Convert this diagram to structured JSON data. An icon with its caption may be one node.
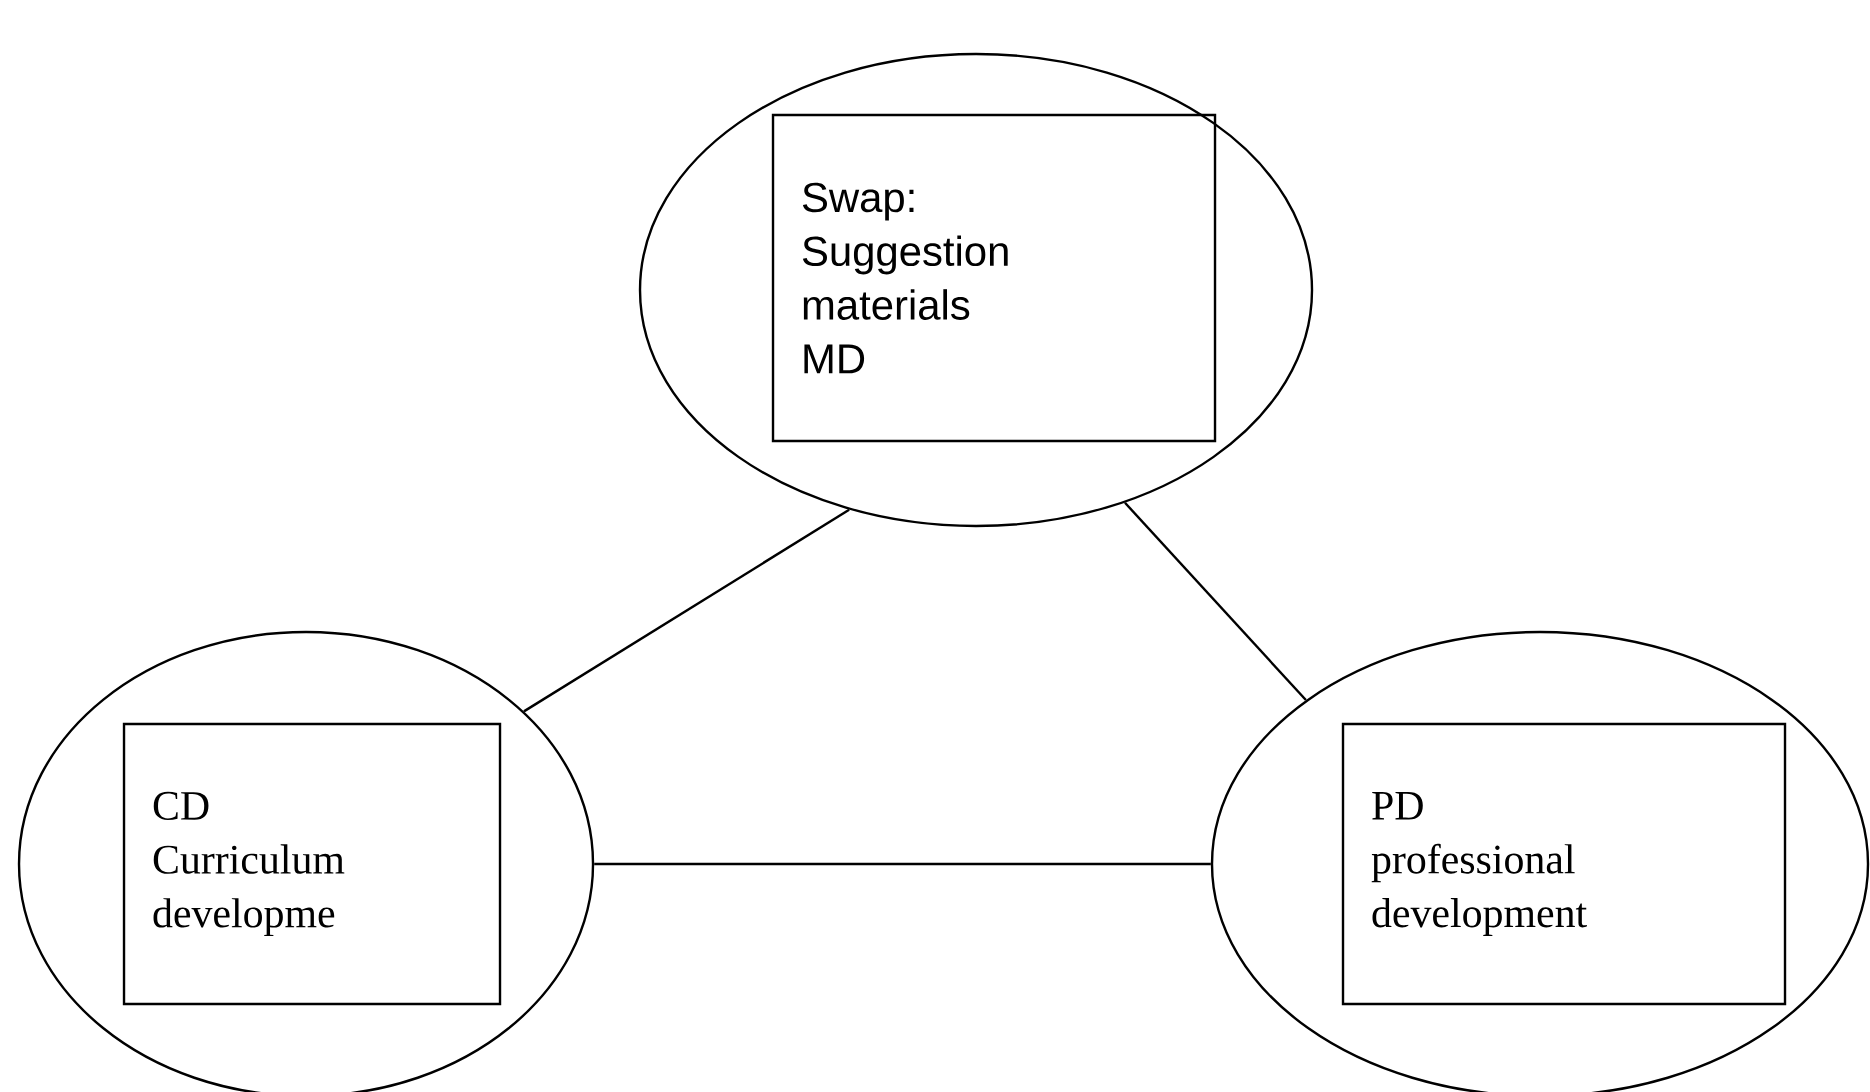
{
  "diagram": {
    "nodes": [
      {
        "text": [],
        "shape": "ellipse"
      },
      {
        "text": [
          "Swap: Suggestion materials MD"
        ],
        "in": 0
      },
      {
        "text": [],
        "shape": "ellipse"
      },
      {
        "text": [
          "CD Curriculum developme"
        ],
        "in": 2
      },
      {
        "text": [],
        "shape": "ellipse"
      },
      {
        "text": [
          "PD professional development"
        ],
        "in": 4
      }
    ],
    "edges": [
      {
        "from": 0,
        "to": 2,
        "arrow": "none"
      },
      {
        "from": 0,
        "to": 4,
        "arrow": "none"
      },
      {
        "from": 2,
        "to": 4,
        "arrow": "none"
      }
    ]
  }
}
